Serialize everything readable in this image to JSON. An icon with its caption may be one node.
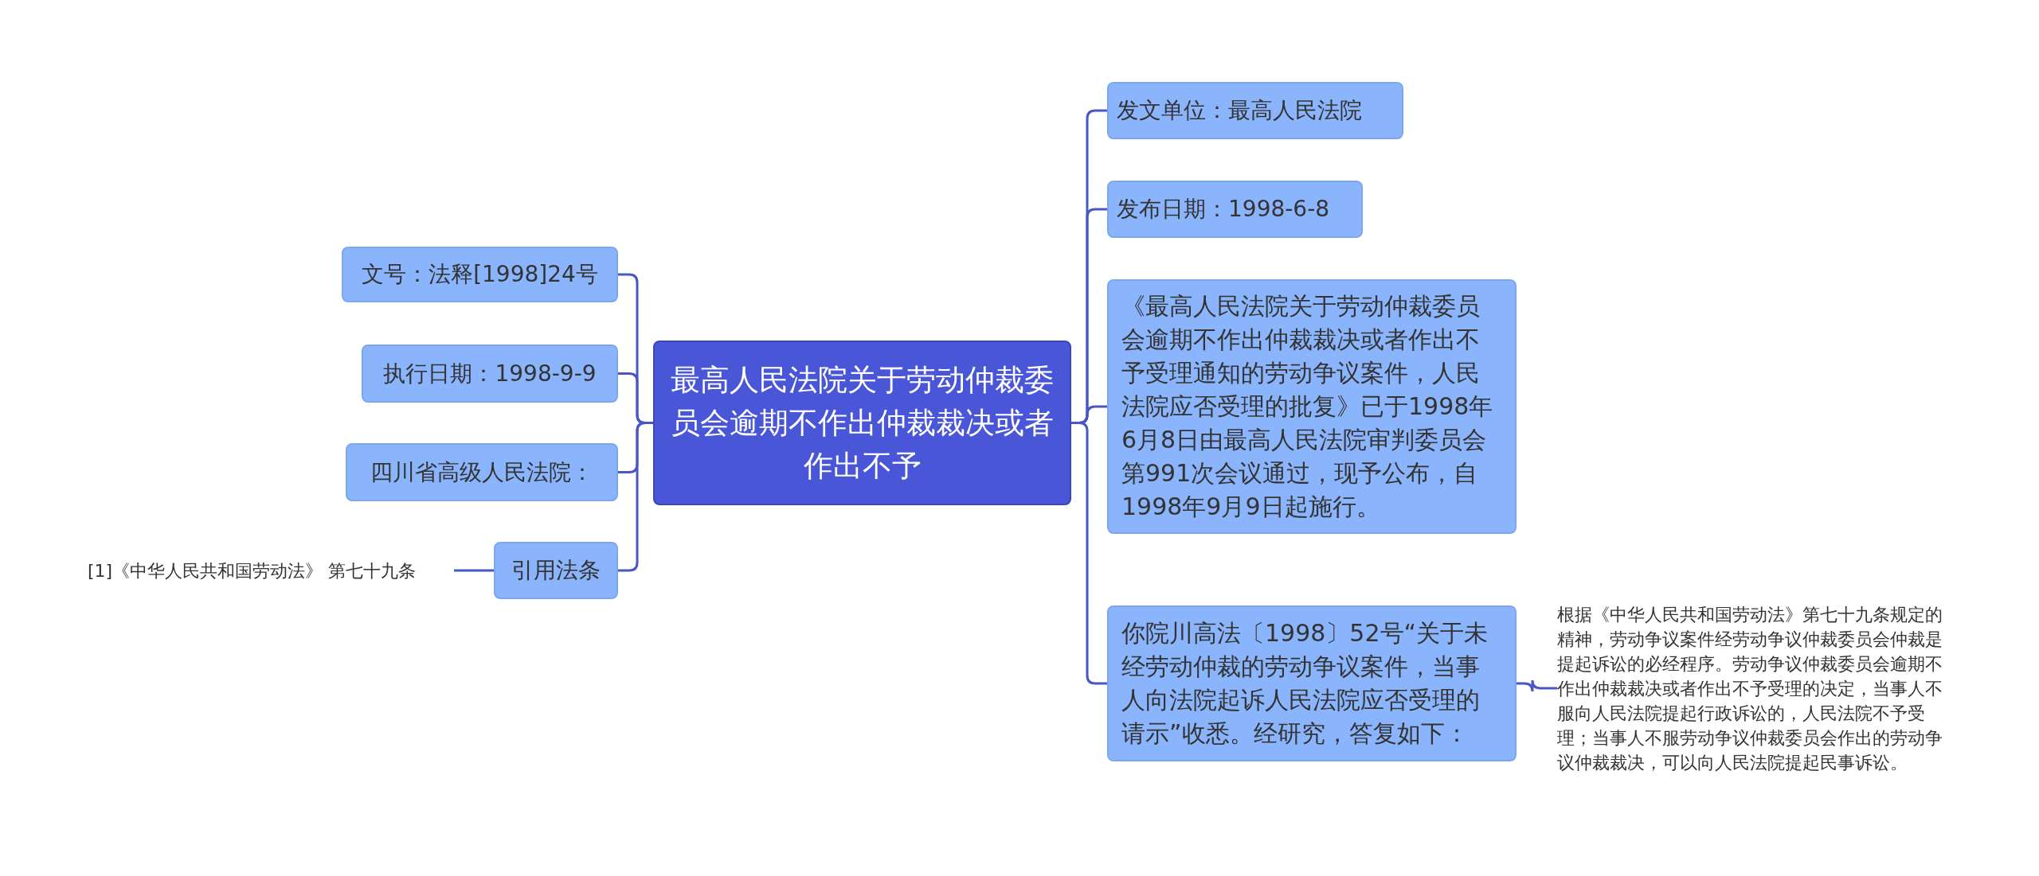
{
  "diagram": {
    "nodes": [
      {
        "text": [
          "最高人民法院关于劳动仲裁委员会逾期不作出仲裁裁决或者作出不予"
        ]
      },
      {
        "text": [
          "文号：法释[1998]24号"
        ]
      },
      {
        "text": [
          "执行日期：1998-9-9"
        ]
      },
      {
        "text": [
          "四川省高级人民法院："
        ]
      },
      {
        "text": [
          "引用法条"
        ]
      },
      {
        "text": [
          "[1]《中华人民共和国劳动法》 第七十九条"
        ]
      },
      {
        "text": [
          "发文单位：最高人民法院"
        ]
      },
      {
        "text": [
          "发布日期：1998-6-8"
        ]
      },
      {
        "text": [
          "《最高人民法院关于劳动仲裁委员会逾期不作出仲裁裁决或者作出不予受理通知的劳动争议案件，人民法院应否受理的批复》已于1998年6月8日由最高人民法院审判委员会第991次会议通过，现予公布，自1998年9月9日起施行。"
        ]
      },
      {
        "text": [
          "你院川高法〔1998〕52号“关于未经劳动仲裁的劳动争议案件，当事人向法院起诉人民法院应否受理的请示”收悉。经研究，答复如下："
        ]
      },
      {
        "text": [
          "根据《中华人民共和国劳动法》第七十九条规定的精神，劳动争议案件经劳动争议仲裁委员会仲裁是提起诉讼的必经程序。劳动争议仲裁委员会逾期不作出仲裁裁决或者作出不予受理的决定，当事人不服向人民法院提起行政诉讼的，人民法院不予受理；当事人不服劳动争议仲裁委员会作出的劳动争议仲裁裁决，可以向人民法院提起民事诉讼。"
        ]
      }
    ],
    "edges": [
      {
        "from": 0,
        "to": 1,
        "arrow": "none"
      },
      {
        "from": 0,
        "to": 2,
        "arrow": "none"
      },
      {
        "from": 0,
        "to": 3,
        "arrow": "none"
      },
      {
        "from": 0,
        "to": 4,
        "arrow": "none"
      },
      {
        "from": 4,
        "to": 5,
        "arrow": "none"
      },
      {
        "from": 0,
        "to": 6,
        "arrow": "none"
      },
      {
        "from": 0,
        "to": 7,
        "arrow": "none"
      },
      {
        "from": 0,
        "to": 8,
        "arrow": "none"
      },
      {
        "from": 0,
        "to": 9,
        "arrow": "none"
      },
      {
        "from": 9,
        "to": 10,
        "arrow": "none"
      }
    ]
  }
}
